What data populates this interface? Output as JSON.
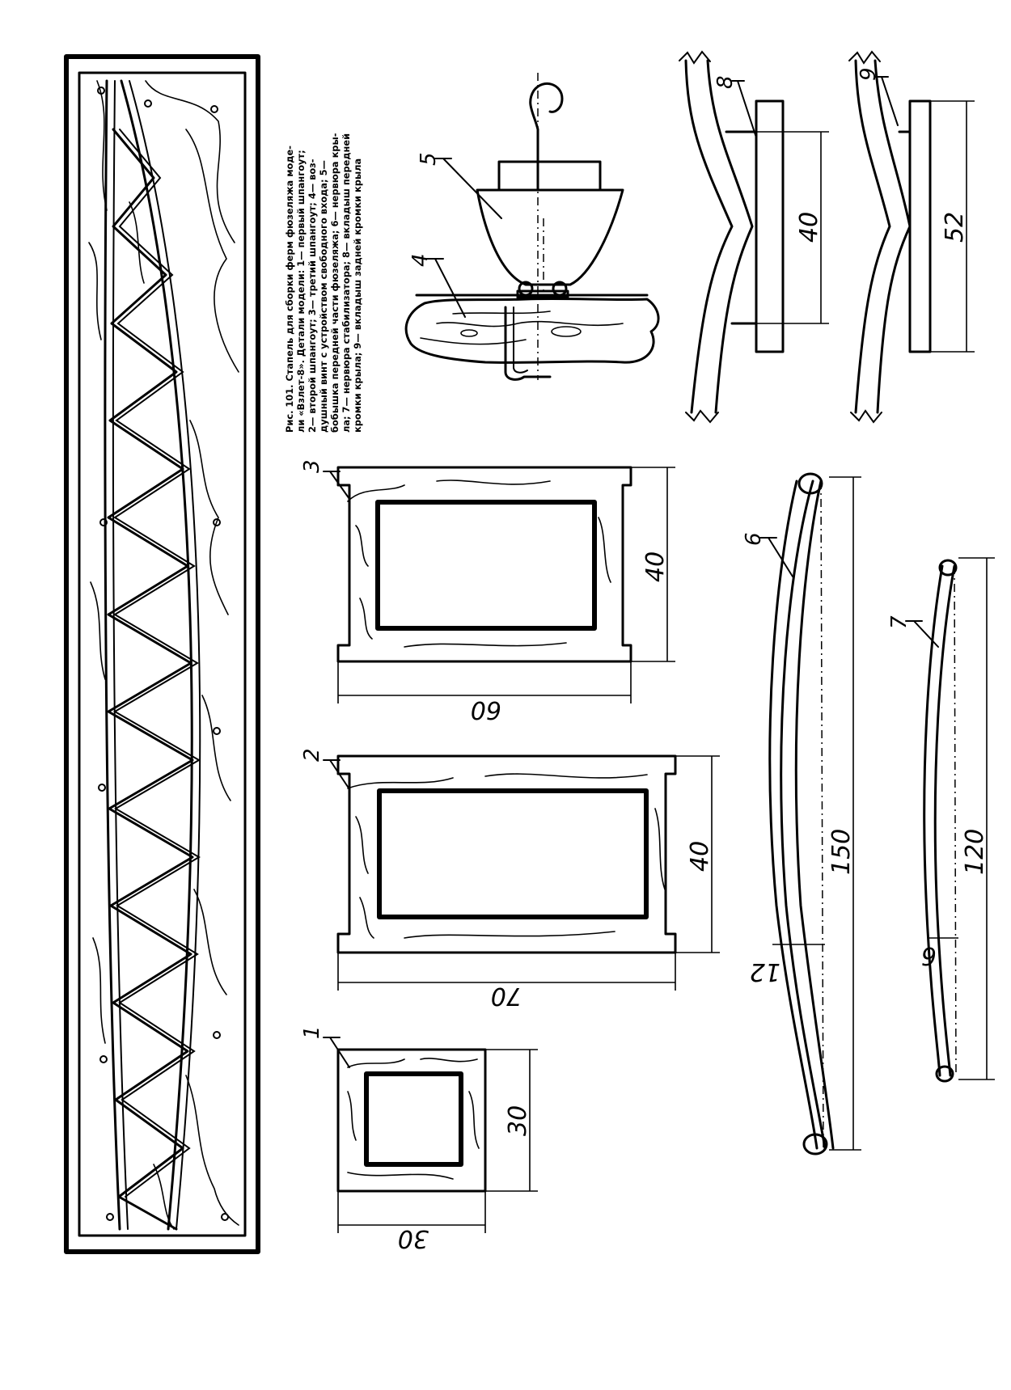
{
  "caption": {
    "lines": [
      "Рис. 101. Стапель для сборки ферм фюзеляжа моде-",
      "ли «Взлет-8». Детали модели: 1— первый шпангоут;",
      "2— второй шпангоут; 3— третий шпангоут; 4— воз-",
      "душный винт с устройством свободного входа; 5—",
      "бобышка передней части фюзеляжа; 6— нервюра кры-",
      "ла; 7— нервюра стабилизатора; 8— вкладыш передней",
      "кромки крыла; 9— вкладыш задней кромки крыла"
    ]
  },
  "part_numbers": {
    "p1": "1",
    "p2": "2",
    "p3": "3",
    "p4": "4",
    "p5": "5",
    "p6": "6",
    "p7": "7",
    "p8": "8",
    "p9": "9"
  },
  "dimensions": {
    "frame1_width": "30",
    "frame1_height": "30",
    "frame2_width": "70",
    "frame2_height": "40",
    "frame3_width": "60",
    "frame3_height": "40",
    "rib6_length": "150",
    "rib6_thickness": "12",
    "rib7_length": "120",
    "rib7_thickness": "6",
    "insert8_length": "40",
    "insert9_length": "52"
  }
}
